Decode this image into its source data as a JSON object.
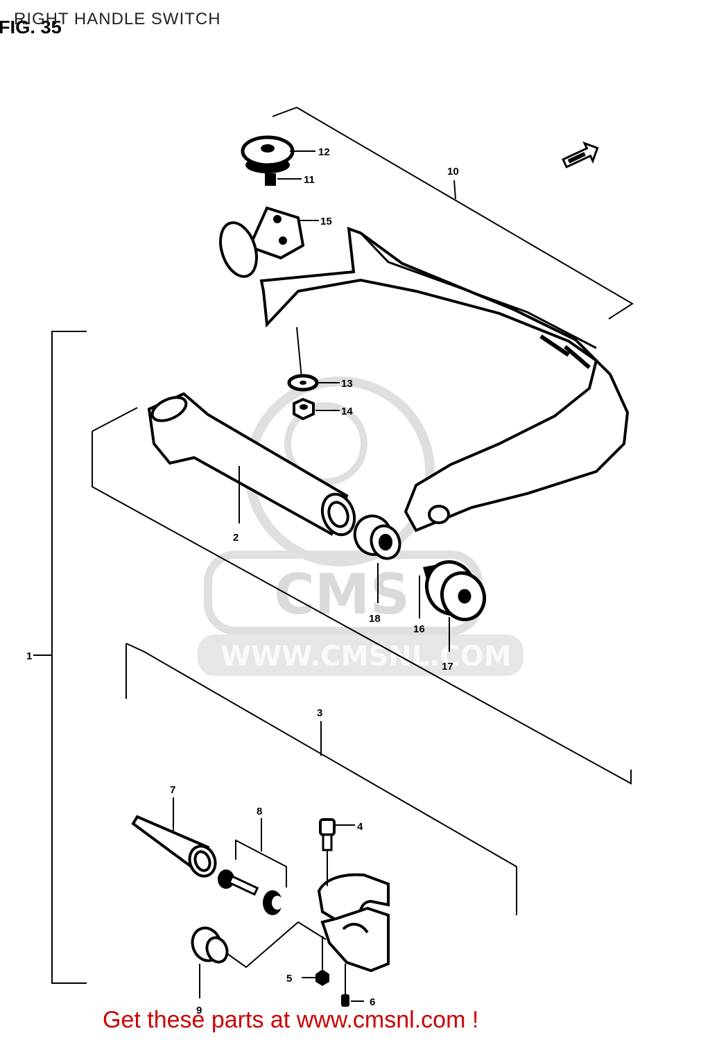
{
  "header": {
    "fig_label": "FIG. 35",
    "title": "RIGHT HANDLE SWITCH"
  },
  "callouts": [
    "1",
    "2",
    "3",
    "4",
    "5",
    "6",
    "7",
    "8",
    "9",
    "10",
    "11",
    "12",
    "13",
    "14",
    "15",
    "16",
    "17",
    "18"
  ],
  "watermark": {
    "brand": "CMS",
    "url": "WWW.CMSNL.COM"
  },
  "footer": {
    "text": "Get these parts at www.cmsnl.com !",
    "color": "#cc0000"
  },
  "direction_arrow": "front-arrow-icon"
}
